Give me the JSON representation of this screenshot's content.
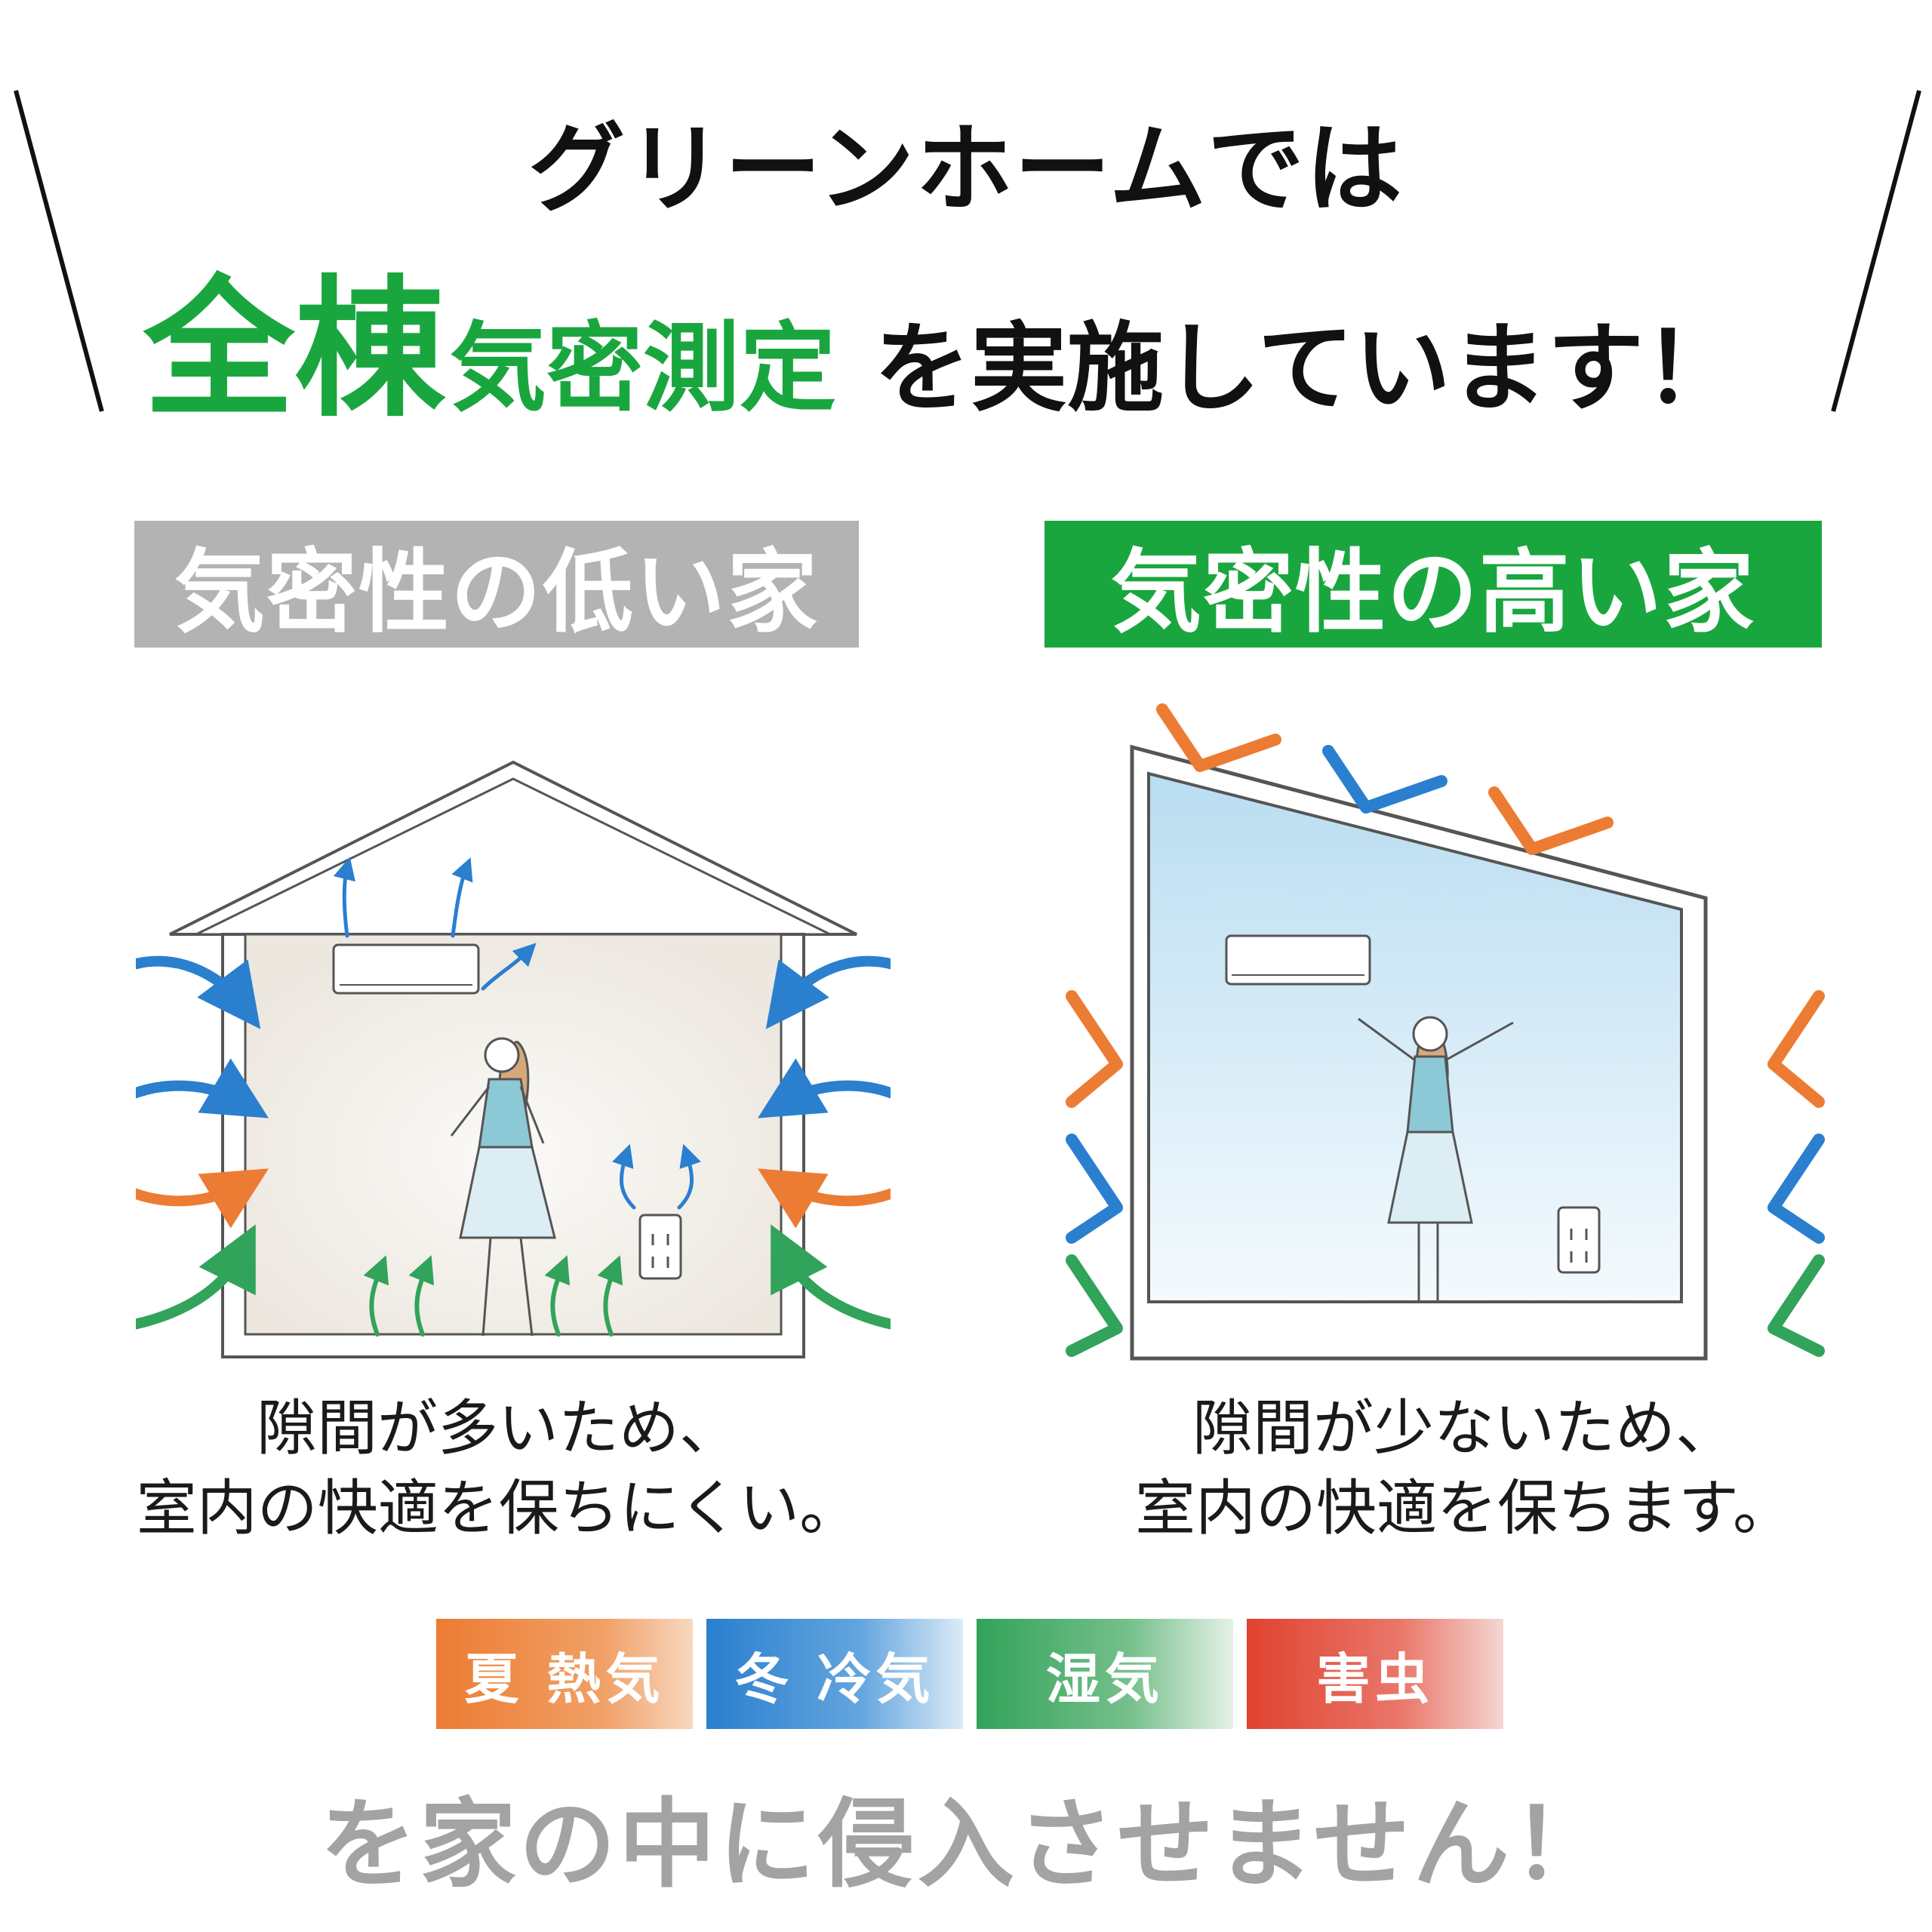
{
  "headline": {
    "line1": "グリーンホームでは",
    "emphasis_big": "全棟",
    "emphasis_mid": "気密測定",
    "rest": "を実施しています！"
  },
  "panels": {
    "low": {
      "label": "気密性の低い家",
      "caption_line1": "隙間が多いため、",
      "caption_line2": "室内の快適を保ちにくい。"
    },
    "high": {
      "label": "気密性の高い家",
      "caption_line1": "隙間が少ないため、",
      "caption_line2": "室内の快適を保ちます。"
    }
  },
  "chips": {
    "summer": "夏 熱気",
    "winter": "冬 冷気",
    "humidity": "湿気",
    "pests": "害虫"
  },
  "footer": "を家の中に侵入させません！",
  "colors": {
    "green": "#1aa63f",
    "gray": "#b3b3b3",
    "orange": "#ec7c33",
    "blue": "#2a7fcf",
    "humid_green": "#32a35a",
    "red": "#e0422f"
  }
}
